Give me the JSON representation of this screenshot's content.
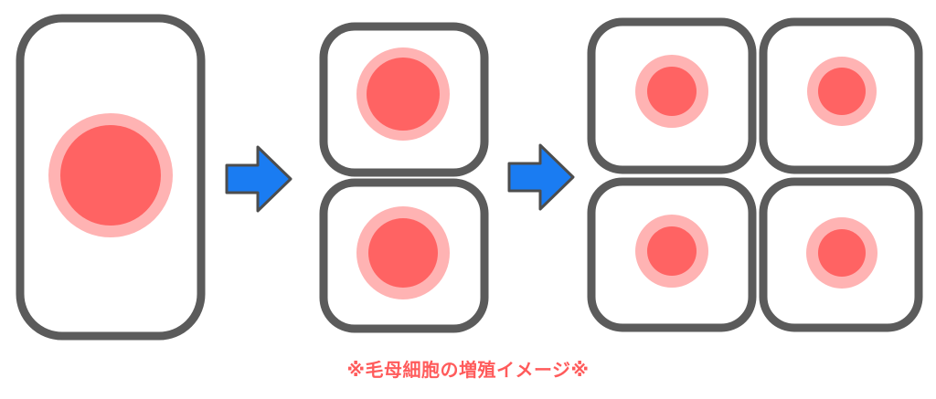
{
  "caption": "※毛母細胞の増殖イメージ※",
  "colors": {
    "cell_wall": "#5b5b5b",
    "nucleus_core": "#ff6363",
    "nucleus_halo": "#ffb3b3",
    "arrow": "#1a7cf2",
    "arrow_outline": "#4d4d4d",
    "caption": "#ff5b5b"
  },
  "stages": [
    {
      "stage": 1,
      "cell_count": 1
    },
    {
      "stage": 2,
      "cell_count": 2
    },
    {
      "stage": 3,
      "cell_count": 4
    }
  ],
  "icons": [
    "cell-icon",
    "nucleus-icon",
    "right-arrow-icon"
  ]
}
